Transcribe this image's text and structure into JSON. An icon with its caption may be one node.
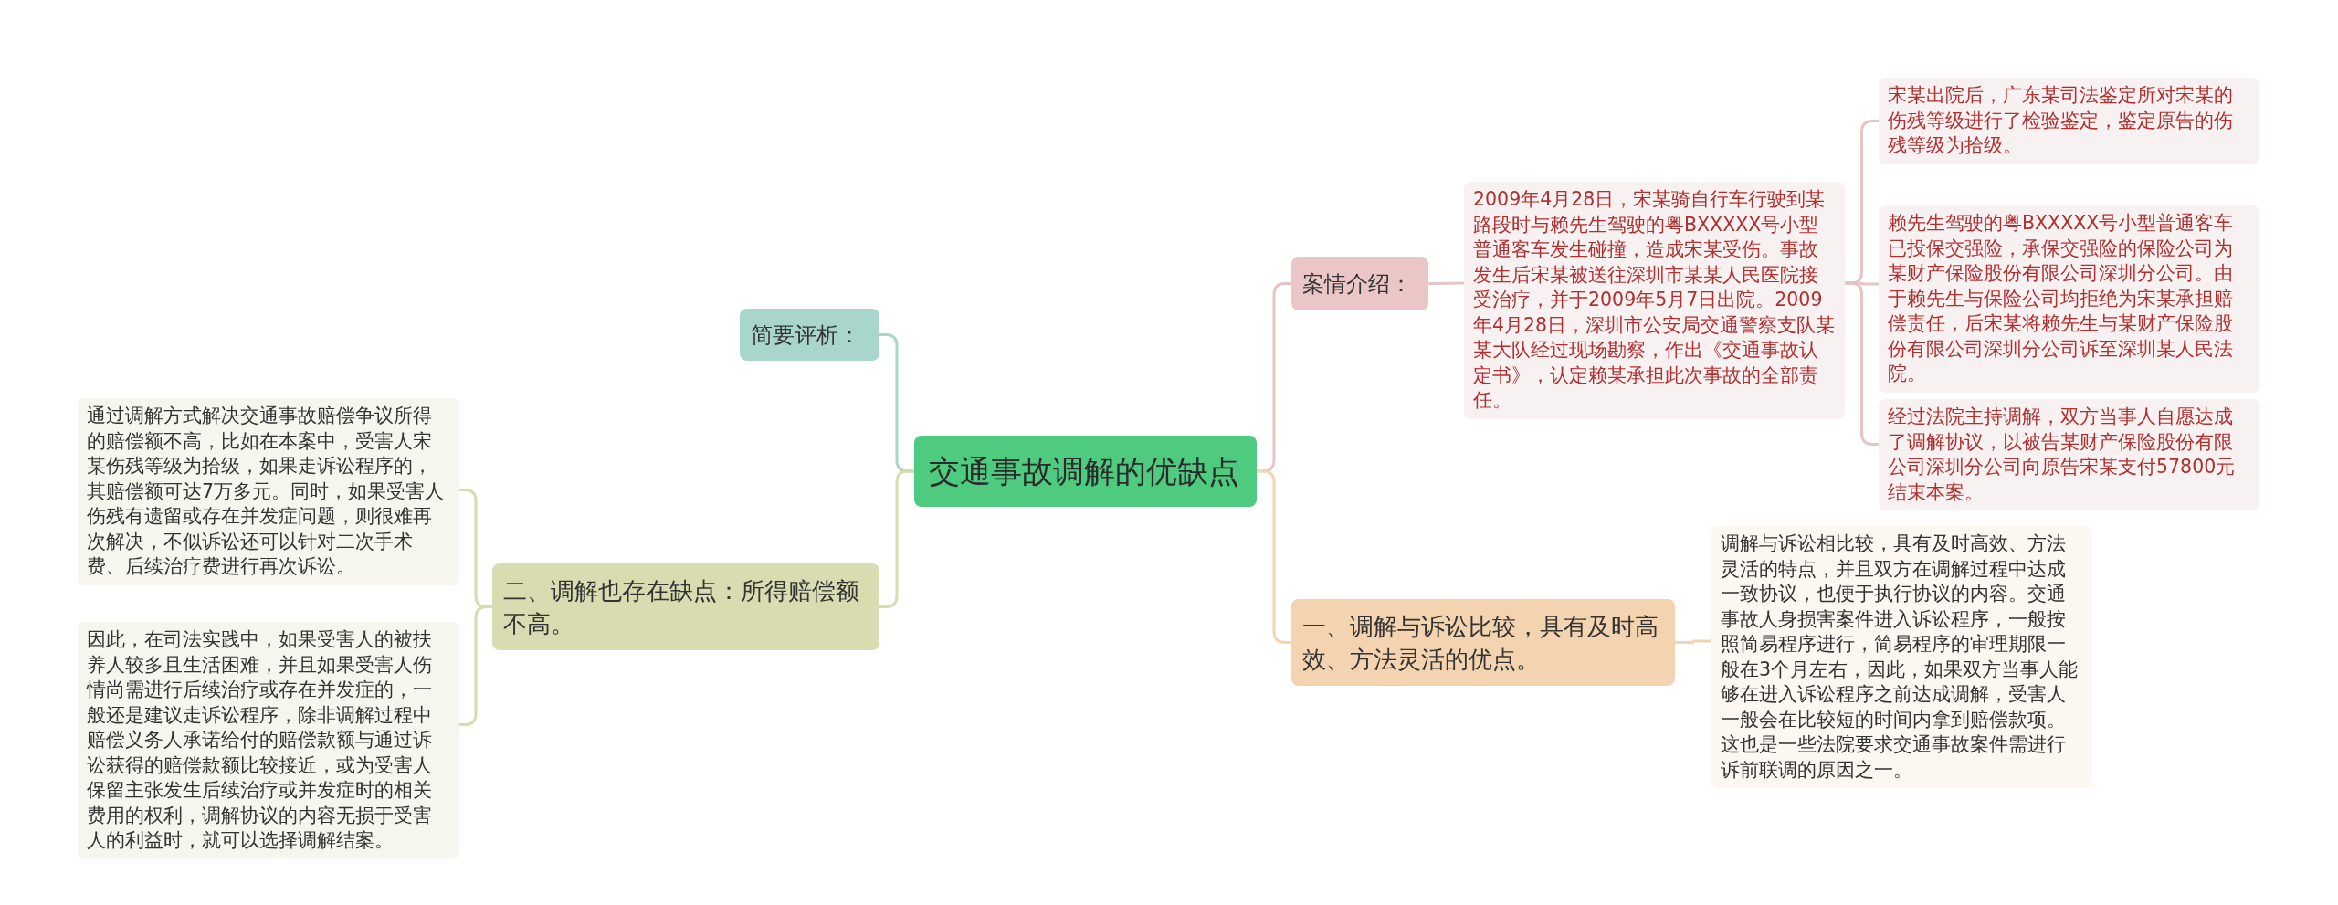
{
  "diagram": {
    "nodes": [
      {
        "text": [
          "交通事故调解的优缺点"
        ]
      },
      {
        "text": [
          "案情介绍："
        ]
      },
      {
        "text": [
          "2009年4月28日，宋某骑自行车行驶到某路段时与赖先生驾驶的粤BXXXXX号小型普通客车发生碰撞，造成宋某受伤。事故发生后宋某被送往深圳市某某人民医院接受治疗，并于2009年5月7日出院。2009年4月28日，深圳市公安局交通警察支队某某大队经过现场勘察，作出《交通事故认定书》，认定赖某承担此次事故的全部责任。"
        ]
      },
      {
        "text": [
          "宋某出院后，广东某司法鉴定所对宋某的伤残等级进行了检验鉴定，鉴定原告的伤残等级为拾级。"
        ]
      },
      {
        "text": [
          "赖先生驾驶的粤BXXXXX号小型普通客车已投保交强险，承保交强险的保险公司为某财产保险股份有限公司深圳分公司。由于赖先生与保险公司均拒绝为宋某承担赔偿责任，后宋某将赖先生与某财产保险股份有限公司深圳分公司诉至深圳某人民法院。"
        ]
      },
      {
        "text": [
          "经过法院主持调解，双方当事人自愿达成了调解协议，以被告某财产保险股份有限公司深圳分公司向原告宋某支付57800元结束本案。"
        ]
      },
      {
        "text": [
          "一、调解与诉讼比较，具有及时高效、方法灵活的优点。"
        ]
      },
      {
        "text": [
          "调解与诉讼相比较，具有及时高效、方法灵活的特点，并且双方在调解过程中达成一致协议，也便于执行协议的内容。交通事故人身损害案件进入诉讼程序，一般按照简易程序进行，简易程序的审理期限一般在3个月左右，因此，如果双方当事人能够在进入诉讼程序之前达成调解，受害人一般会在比较短的时间内拿到赔偿款项。这也是一些法院要求交通事故案件需进行诉前联调的原因之一。"
        ]
      },
      {
        "text": [
          "简要评析："
        ]
      },
      {
        "text": [
          "二、调解也存在缺点：所得赔偿额不高。"
        ]
      },
      {
        "text": [
          "通过调解方式解决交通事故赔偿争议所得的赔偿额不高，比如在本案中，受害人宋某伤残等级为拾级，如果走诉讼程序的，其赔偿额可达7万多元。同时，如果受害人伤残有遗留或存在并发症问题，则很难再次解决，不似诉讼还可以针对二次手术费、后续治疗费进行再次诉讼。"
        ]
      },
      {
        "text": [
          "因此，在司法实践中，如果受害人的被扶养人较多且生活困难，并且如果受害人伤情尚需进行后续治疗或存在并发症的，一般还是建议走诉讼程序，除非调解过程中赔偿义务人承诺给付的赔偿款额与通过诉讼获得的赔偿款额比较接近，或为受害人保留主张发生后续治疗或并发症时的相关费用的权利，调解协议的内容无损于受害人的利益时，就可以选择调解结案。"
        ]
      }
    ],
    "edges": [
      {
        "from": 0,
        "to": 1,
        "arrow": "none"
      },
      {
        "from": 1,
        "to": 2,
        "arrow": "none"
      },
      {
        "from": 2,
        "to": 3,
        "arrow": "none"
      },
      {
        "from": 2,
        "to": 4,
        "arrow": "none"
      },
      {
        "from": 2,
        "to": 5,
        "arrow": "none"
      },
      {
        "from": 0,
        "to": 6,
        "arrow": "none"
      },
      {
        "from": 6,
        "to": 7,
        "arrow": "none"
      },
      {
        "from": 0,
        "to": 8,
        "arrow": "none"
      },
      {
        "from": 0,
        "to": 9,
        "arrow": "none"
      },
      {
        "from": 9,
        "to": 10,
        "arrow": "none"
      },
      {
        "from": 9,
        "to": 11,
        "arrow": "none"
      }
    ]
  }
}
